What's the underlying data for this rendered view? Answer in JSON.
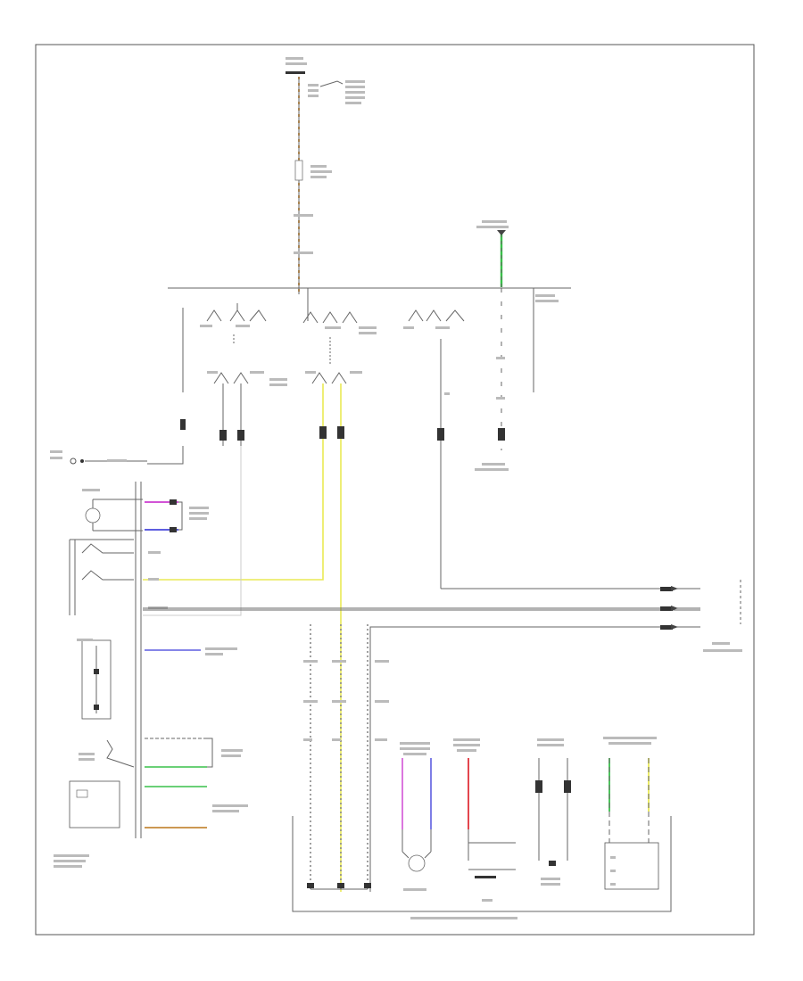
{
  "page": {
    "document_code": ""
  },
  "wire_colors": {
    "orange": "#e8a040",
    "green": "#39c14a",
    "yellow": "#eaea55",
    "magenta": "#d254d6",
    "blue": "#5d5de0",
    "red": "#e0323a",
    "brown": "#c58a3a",
    "lightgray": "#cccccc"
  },
  "components": [
    "top-fuse-box",
    "fuse",
    "combination-switch-bus",
    "ground-top",
    "ground-right",
    "left-lamp-assembly",
    "right-lamp-assembly",
    "front-light-left",
    "front-light-right",
    "module-box",
    "relay-box"
  ]
}
